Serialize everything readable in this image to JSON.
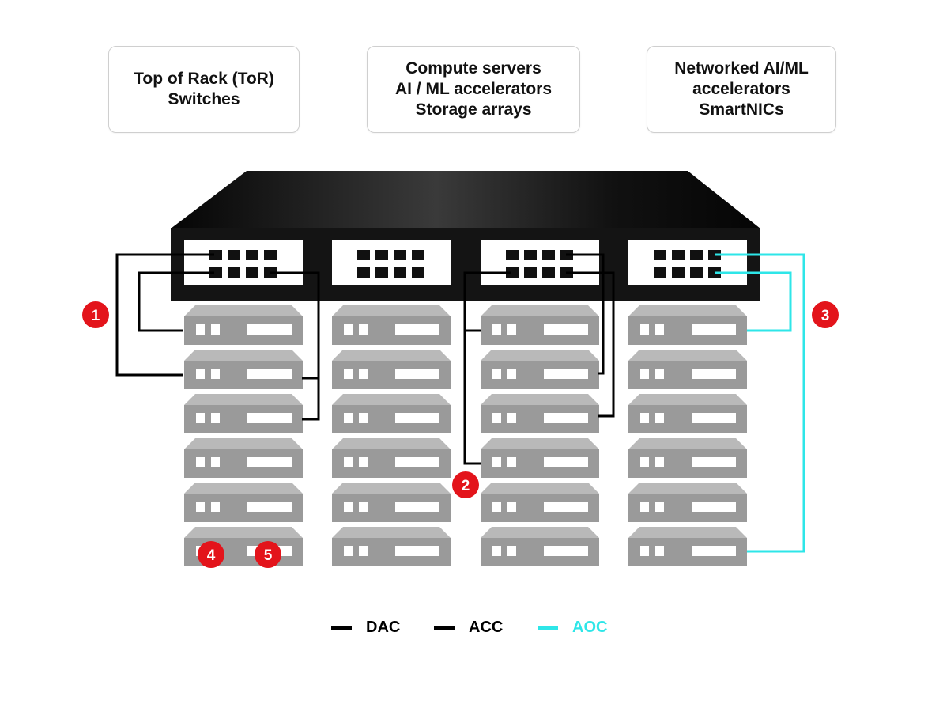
{
  "categories": {
    "tor": [
      "Top of Rack (ToR)",
      "Switches"
    ],
    "compute": [
      "Compute servers",
      "AI / ML accelerators",
      "Storage arrays"
    ],
    "network": [
      "Networked AI/ML",
      "accelerators",
      "SmartNICs"
    ]
  },
  "markers": [
    "1",
    "2",
    "3",
    "4",
    "5"
  ],
  "legend": [
    {
      "label": "DAC",
      "color": "#000000",
      "text_color": "#000000"
    },
    {
      "label": "ACC",
      "color": "#000000",
      "text_color": "#000000"
    },
    {
      "label": "AOC",
      "color": "#2ee6e8",
      "text_color": "#2ee6e8"
    }
  ],
  "colors": {
    "switch_body": "#111111",
    "server_gray": "#9a9a9a",
    "marker_red": "#e3141b",
    "aoc_cyan": "#2ee6e8"
  }
}
